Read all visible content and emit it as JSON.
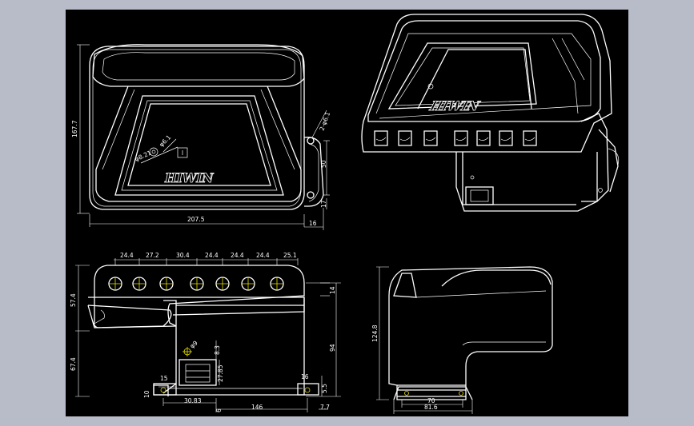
{
  "drawing": {
    "colors": {
      "background": "#b7bcc8",
      "sheet": "#000000",
      "line": "#ffffff",
      "centerline": "#e8e000"
    },
    "logo_text": "HIWIN",
    "top_view": {
      "dim_height": "167.7",
      "dim_width": "207.5",
      "dim_16": "16",
      "dim_50": "50",
      "dim_17": "17",
      "dim_hole": "2-φ6.1",
      "dim_r21": "φ8.21",
      "dim_r61": "φ6.1"
    },
    "front_view": {
      "hole_spacing": [
        "24.4",
        "27.2",
        "30.4",
        "24.4",
        "24.4",
        "24.4",
        "25.1"
      ],
      "dim_574": "57.4",
      "dim_674": "67.4",
      "dim_14": "14",
      "dim_94": "94",
      "dim_83": "8.3",
      "dim_2785": "27.85",
      "dim_phi": "φ9",
      "dim_15": "15",
      "dim_10": "10",
      "dim_3083": "30.83",
      "dim_6": "6",
      "dim_146": "146",
      "dim_16b": "16",
      "dim_55": "5.5",
      "dim_77": "7.7"
    },
    "side_view": {
      "dim_1248": "124.8",
      "dim_70": "70",
      "dim_816": "81.6"
    }
  }
}
